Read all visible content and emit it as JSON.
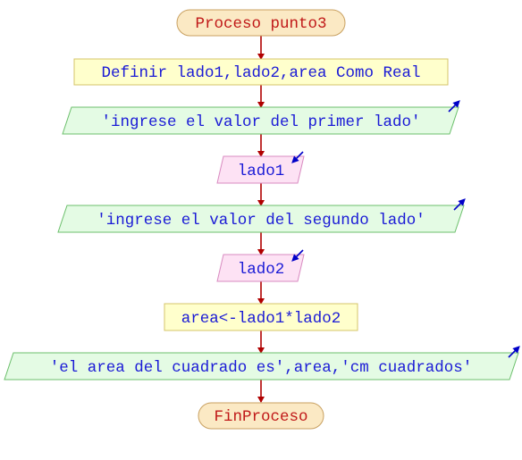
{
  "flowchart": {
    "start_label": "Proceso punto3",
    "define_label": "Definir lado1,lado2,area Como Real",
    "write1_label": "'ingrese el valor del primer lado'",
    "read1_label": "lado1",
    "write2_label": "'ingrese el valor del segundo lado'",
    "read2_label": "lado2",
    "assign_label": "area<-lado1*lado2",
    "write3_label": "'el area del cuadrado es',area,'cm cuadrados'",
    "end_label": "FinProceso"
  },
  "colors": {
    "terminal_fill": "#fbe9c4",
    "terminal_stroke": "#c8a060",
    "process_fill": "#ffffcc",
    "process_stroke": "#d4c46a",
    "output_fill": "#e4fbe4",
    "output_stroke": "#6cbf6c",
    "input_fill": "#fde2f4",
    "input_stroke": "#d88ac0",
    "arrow": "#b00000",
    "io_marker": "#0000c8"
  }
}
